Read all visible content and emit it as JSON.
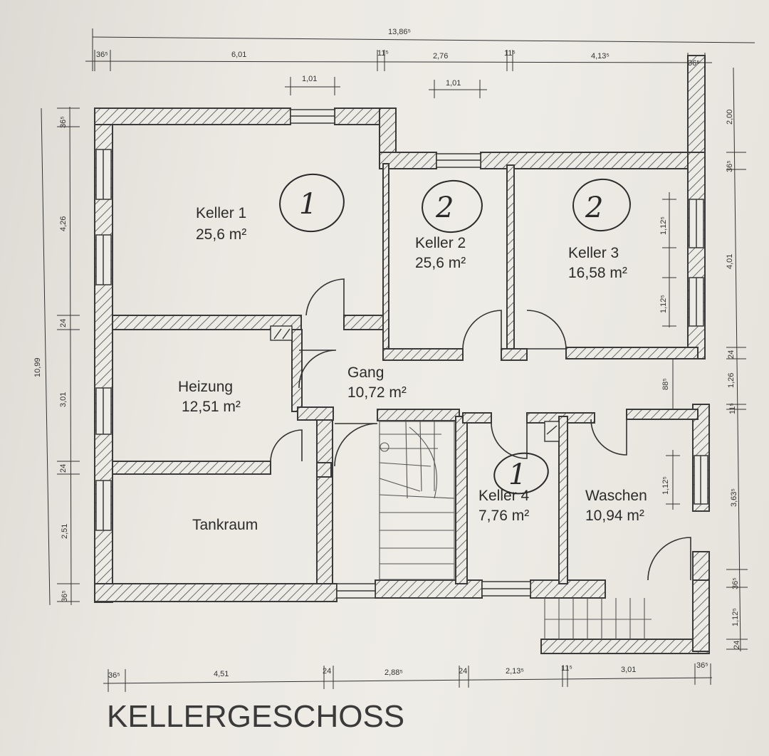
{
  "title": "KELLERGESCHOSS",
  "rooms": [
    {
      "name": "Keller 1",
      "area": "25,6 m²",
      "mark": "1"
    },
    {
      "name": "Keller 2",
      "area": "25,6 m²",
      "mark": "2"
    },
    {
      "name": "Keller 3",
      "area": "16,58 m²",
      "mark": "2"
    },
    {
      "name": "Heizung",
      "area": "12,51 m²"
    },
    {
      "name": "Gang",
      "area": "10,72 m²"
    },
    {
      "name": "Tankraum"
    },
    {
      "name": "Keller 4",
      "area": "7,76 m²",
      "mark": "1"
    },
    {
      "name": "Waschen",
      "area": "10,94 m²"
    }
  ],
  "dims": {
    "top_total": "13,86⁵",
    "top_segments": [
      "36⁵",
      "6,01",
      "11⁵",
      "2,76",
      "11⁵",
      "4,13⁵",
      "36⁵"
    ],
    "window_1": "1,01",
    "window_2": "1,01",
    "bottom_segments": [
      "36⁵",
      "4,51",
      "24",
      "2,88⁵",
      "24",
      "2,13⁵",
      "11⁵",
      "3,01",
      "36⁵"
    ],
    "left_total": "10,99",
    "left_segments": [
      "36⁵",
      "4,26",
      "24",
      "3,01",
      "24",
      "2,51",
      "36⁵"
    ],
    "right_segments": [
      "2,00",
      "36⁵",
      "4,01",
      "24",
      "1,26",
      "11⁵",
      "3,63⁵",
      "36⁵",
      "1,12⁵",
      "24"
    ],
    "right_inner_1": "1,12⁵",
    "right_inner_2": "1,12⁵",
    "right_inner_3": "88⁵",
    "right_inner_4": "1,12⁵"
  },
  "colors": {
    "wall": "#3a3a3a",
    "hatch": "#555555",
    "paper": "#ebe9e2"
  }
}
